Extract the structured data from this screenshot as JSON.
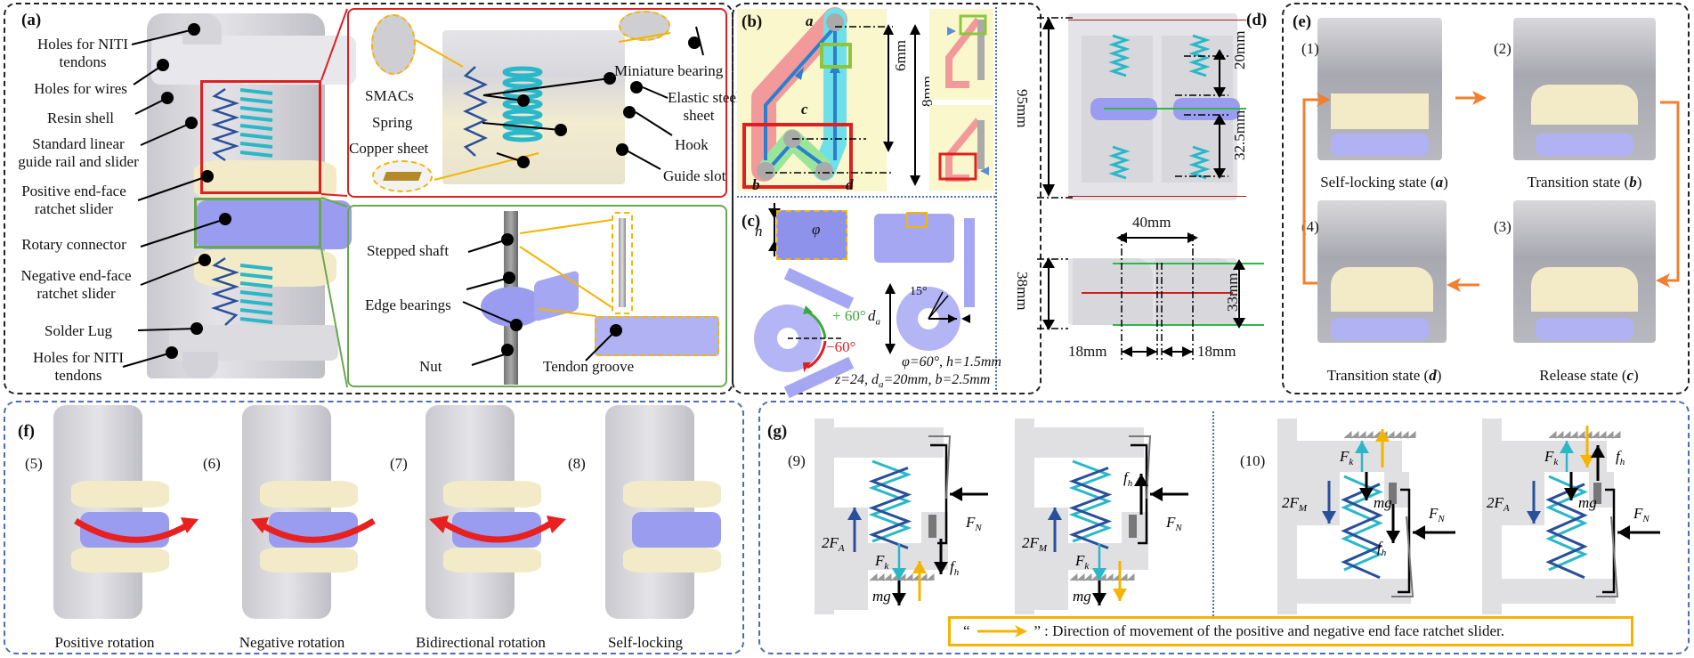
{
  "panels": {
    "a": {
      "label": "(a)",
      "callouts": [
        {
          "text": "Holes for NITI tendons",
          "lines": [
            "Holes for NITI",
            "tendons"
          ]
        },
        {
          "text": "Holes for wires",
          "lines": [
            "Holes for wires"
          ]
        },
        {
          "text": "Resin shell",
          "lines": [
            "Resin shell"
          ]
        },
        {
          "text": "Standard linear guide rail and slider",
          "lines": [
            "Standard linear",
            "guide rail and slider"
          ]
        },
        {
          "text": "Positive end-face ratchet slider",
          "lines": [
            "Positive end-face",
            "ratchet slider"
          ]
        },
        {
          "text": "Rotary connector",
          "lines": [
            "Rotary connector"
          ]
        },
        {
          "text": "Negative end-face ratchet slider",
          "lines": [
            "Negative end-face",
            "ratchet slider"
          ]
        },
        {
          "text": "Solder Lug",
          "lines": [
            "Solder Lug"
          ]
        },
        {
          "text": "Holes for NITI tendons",
          "lines": [
            "Holes for NITI",
            "tendons"
          ]
        }
      ],
      "detail_top": {
        "border_color": "#e02020",
        "labels": [
          "SMACs",
          "Spring",
          "Copper sheet",
          "Miniature bearing",
          "Elastic steel sheet",
          "Hook",
          "Guide slot"
        ],
        "elastic_lines": [
          "Elastic steel",
          "sheet"
        ]
      },
      "detail_bottom": {
        "border_color": "#6aa84f",
        "labels": [
          "Stepped shaft",
          "Edge bearings",
          "Nut",
          "Tendon groove"
        ]
      }
    },
    "b": {
      "label": "(b)",
      "points": [
        "a",
        "b",
        "c",
        "d"
      ],
      "dims": [
        "6mm",
        "8mm"
      ]
    },
    "c": {
      "label": "(c)",
      "symbols": {
        "h": "h",
        "phi": "φ",
        "da": "d",
        "da_sub": "a"
      },
      "angles": {
        "pos": "+ 60°",
        "neg": "−60°",
        "tooth": "15°"
      },
      "params_line1": "φ=60°, h=1.5mm",
      "params_line2": "z=24,  d",
      "params_line2_sub": "a",
      "params_line2_rest": "=20mm, b=2.5mm"
    },
    "d": {
      "label": "(d)",
      "dims": {
        "total": "95mm",
        "upper": "20mm",
        "mid": "32.5mm",
        "pitch": "40mm",
        "height": "38mm",
        "inner": "33mm",
        "left": "18mm",
        "right": "18mm"
      }
    },
    "e": {
      "label": "(e)",
      "states": [
        {
          "num": "(1)",
          "caption": "Self-locking state",
          "letter": "a"
        },
        {
          "num": "(2)",
          "caption": "Transition state",
          "letter": "b"
        },
        {
          "num": "(3)",
          "caption": "Release state",
          "letter": "c"
        },
        {
          "num": "(4)",
          "caption": "Transition state",
          "letter": "d"
        }
      ],
      "arrow_color": "#f08030"
    },
    "f": {
      "label": "(f)",
      "modes": [
        {
          "num": "(5)",
          "caption": "Positive rotation"
        },
        {
          "num": "(6)",
          "caption": "Negative rotation"
        },
        {
          "num": "(7)",
          "caption": "Bidirectional rotation"
        },
        {
          "num": "(8)",
          "caption": "Self-locking"
        }
      ]
    },
    "g": {
      "label": "(g)",
      "case9": "(9)",
      "case10": "(10)",
      "forces": {
        "FN": "F",
        "FN_sub": "N",
        "fh": "f",
        "fh_sub": "h",
        "Fk": "F",
        "Fk_sub": "k",
        "mg": "mg",
        "FA": "2F",
        "FA_sub": "A",
        "FM": "2F",
        "FM_sub": "M"
      },
      "legend": {
        "open_quote": "“",
        "close_quote": "”",
        "text": ": Direction of movement of the positive and negative end face ratchet slider."
      }
    }
  },
  "colors": {
    "red_frame": "#e02020",
    "green_frame": "#6aa84f",
    "yellow": "#f5b400",
    "blue_dash": "#4a6fb0",
    "orange": "#f08030",
    "spring_dark": "#2a4f9a",
    "spring_light": "#2ab8c8",
    "purple": "#9a9cf0",
    "cream": "#f3ebc8",
    "shell": "#d8d8dc",
    "panel_bg_b": "#fbf7cc"
  }
}
